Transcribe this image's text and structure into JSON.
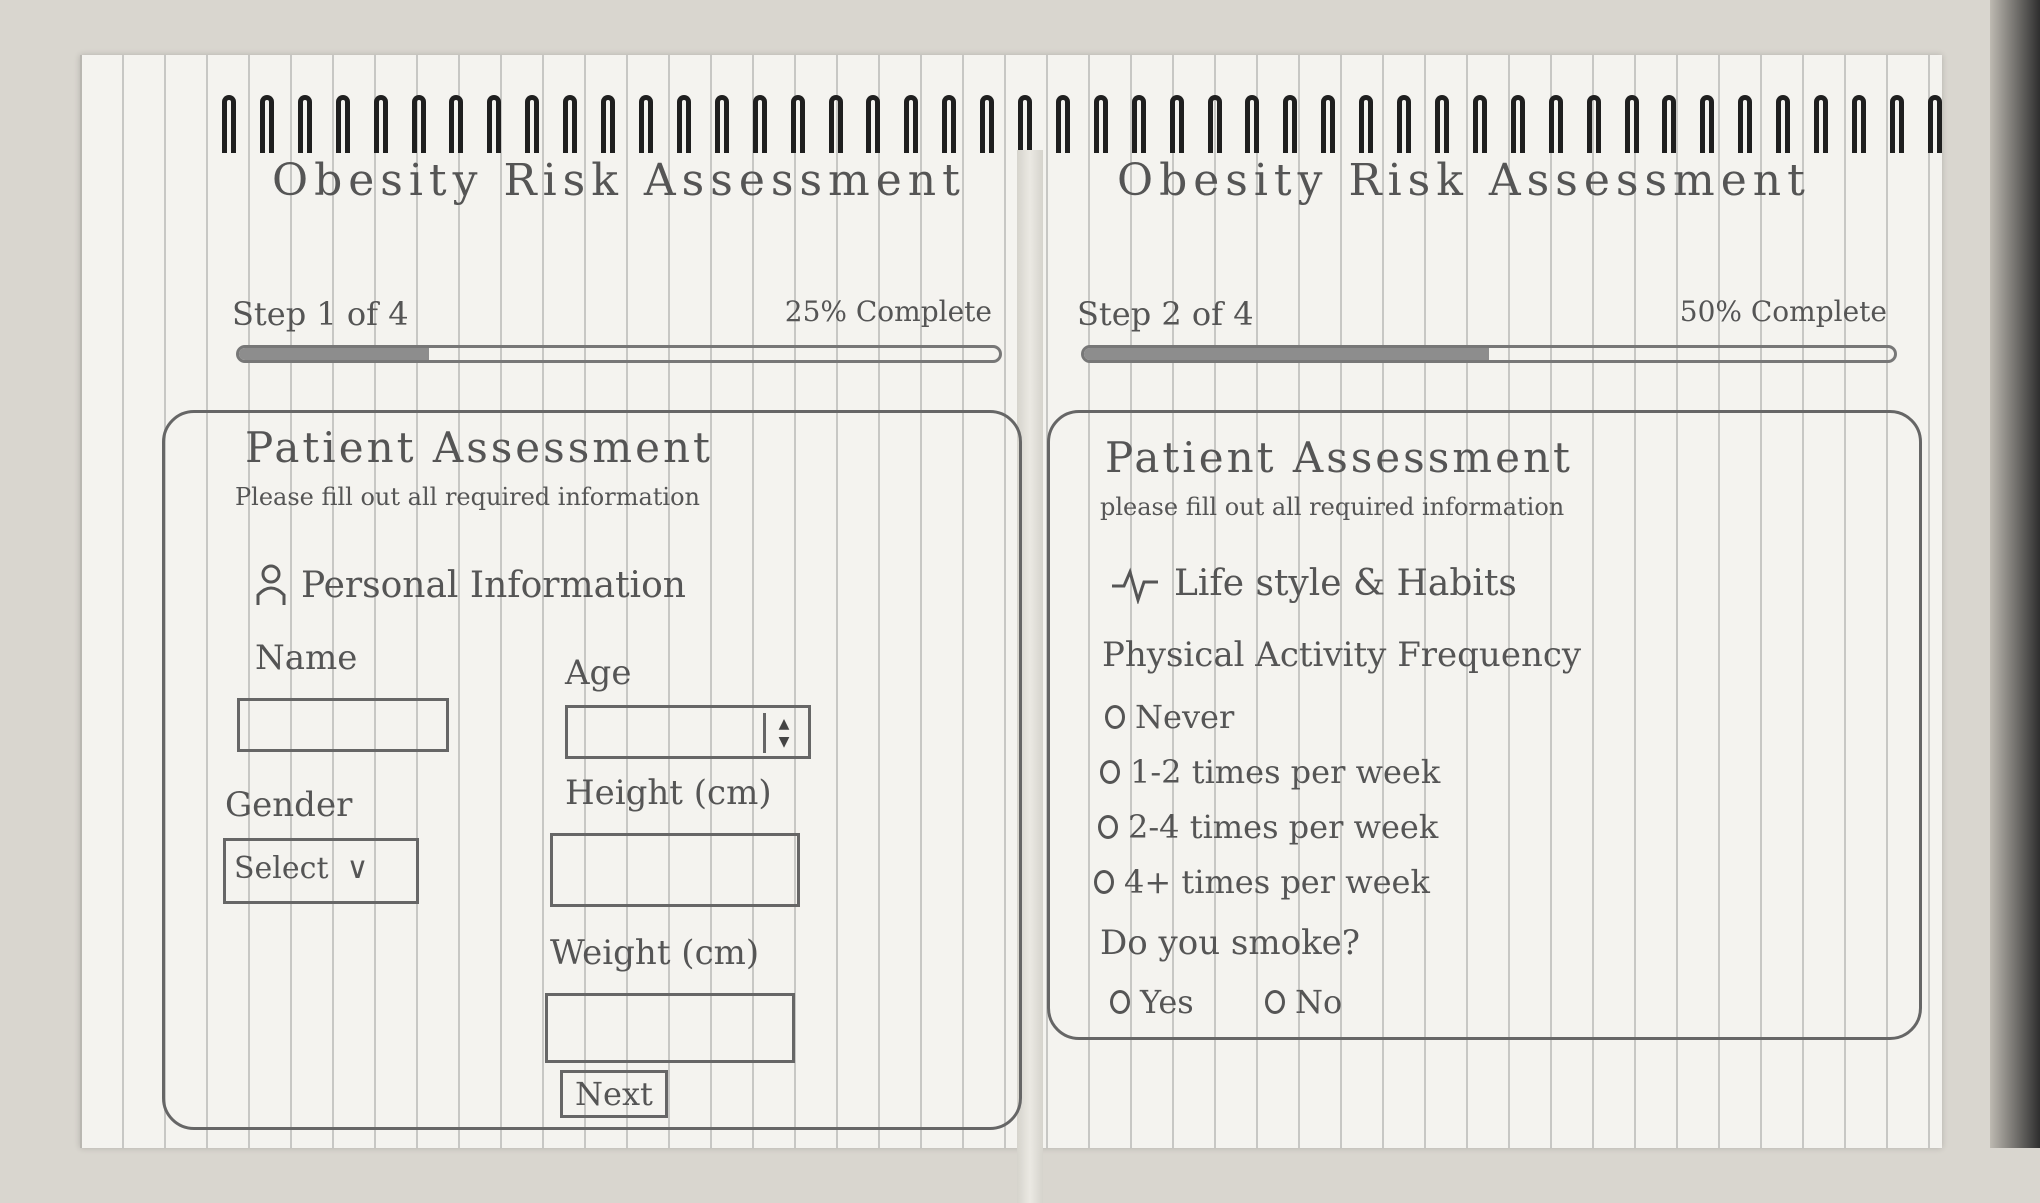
{
  "pages": [
    {
      "app_title": "Obesity Risk Assessment",
      "step_label": "Step 1 of 4",
      "percent_label": "25% Complete",
      "progress": 0.25,
      "card_title": "Patient Assessment",
      "card_subtitle": "Please fill out all required information",
      "section_title": "Personal Information",
      "section_icon": "user-icon",
      "fields": {
        "name_label": "Name",
        "age_label": "Age",
        "gender_label": "Gender",
        "gender_value": "Select",
        "height_label": "Height (cm)",
        "weight_label": "Weight (cm)"
      },
      "next_label": "Next"
    },
    {
      "app_title": "Obesity Risk Assessment",
      "step_label": "Step 2 of 4",
      "percent_label": "50% Complete",
      "progress": 0.5,
      "card_title": "Patient Assessment",
      "card_subtitle": "please fill out all required information",
      "section_title": "Life style & Habits",
      "section_icon": "activity-pulse-icon",
      "activity_question": "Physical Activity Frequency",
      "activity_options": [
        "Never",
        "1-2 times per week",
        "2-4 times per week",
        "4+ times per week"
      ],
      "smoke_question": "Do you smoke?",
      "smoke_options": [
        "Yes",
        "No"
      ]
    }
  ]
}
